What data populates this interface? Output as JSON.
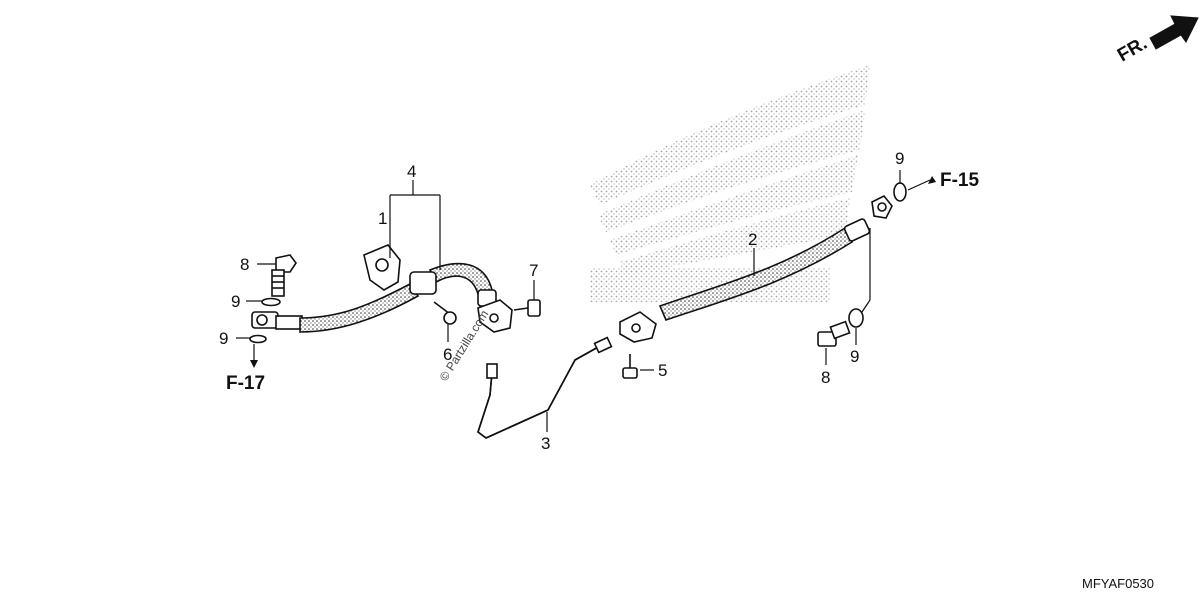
{
  "diagram": {
    "callouts": {
      "c1": "1",
      "c2": "2",
      "c3": "3",
      "c4": "4",
      "c5": "5",
      "c6": "6",
      "c7": "7",
      "c8a": "8",
      "c8b": "8",
      "c9a": "9",
      "c9b": "9",
      "c9c": "9",
      "c9d": "9"
    },
    "references": {
      "f15": "F-15",
      "f17": "F-17"
    },
    "direction_label": "FR.",
    "watermark": "© Partzilla.com",
    "drawing_code": "MFYAF0530",
    "background_logo_icon": "honda-wing-icon",
    "colors": {
      "line": "#111111",
      "logo_dots": "#9a9a9a",
      "background": "#ffffff"
    }
  }
}
